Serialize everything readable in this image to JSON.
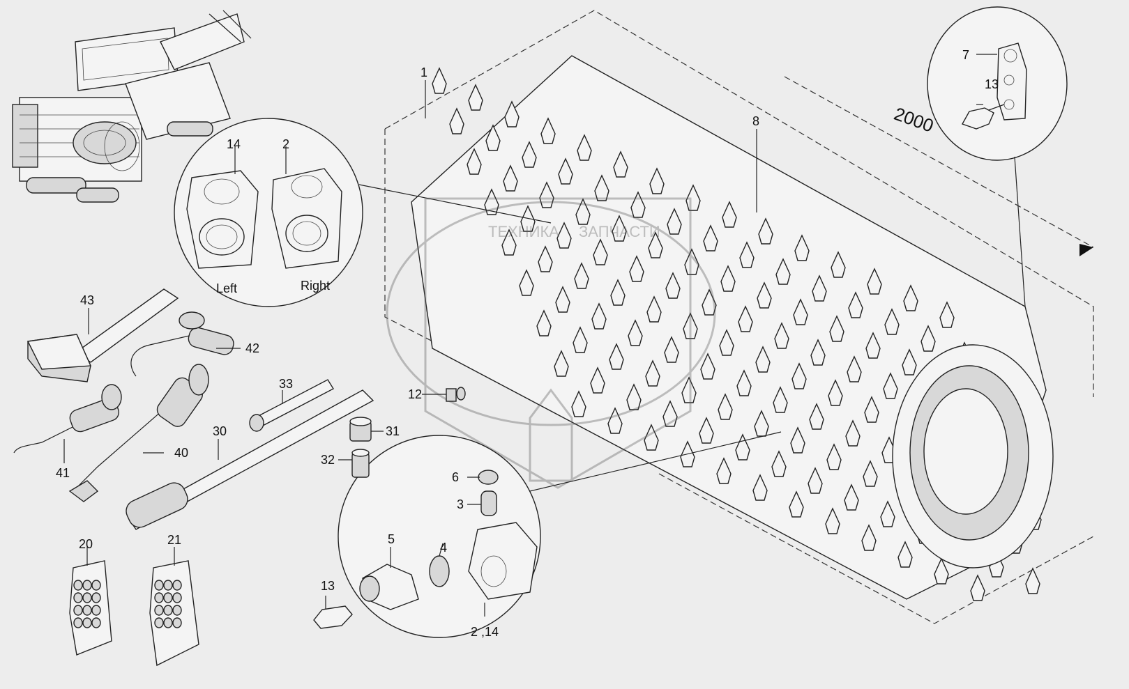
{
  "labels": {
    "p1": "1",
    "p2": "2",
    "p3": "3",
    "p4": "4",
    "p5": "5",
    "p6": "6",
    "p7": "7",
    "p8": "8",
    "p12": "12",
    "p13_top": "13",
    "p13_bottom": "13",
    "p14": "14",
    "p2_14": "2 ,14",
    "p20": "20",
    "p21": "21",
    "p30": "30",
    "p31": "31",
    "p32": "32",
    "p33": "33",
    "p40": "40",
    "p41": "41",
    "p42": "42",
    "p43": "43",
    "left": "Left",
    "right": "Right",
    "dimension": "2000"
  },
  "watermark": {
    "line1": "ТЕХНИКА",
    "line2": "ЗАПЧАСТИ"
  }
}
